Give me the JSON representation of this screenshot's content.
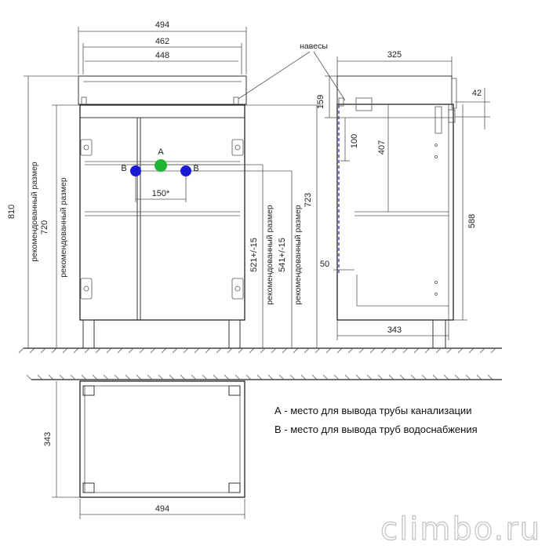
{
  "dims": {
    "front_width_outer": "494",
    "front_width_mid": "462",
    "front_width_inner": "448",
    "height_total": "810",
    "height_body": "720",
    "height_recommended_label_1": "рекомендованный размер",
    "height_recommended_label_2": "рекомендованный размер",
    "height_recommended_label_3": "рекомендованный размер",
    "height_723": "723",
    "height_541": "541+/-15",
    "height_521": "521+/-15",
    "pipe_spacing": "150*",
    "side_depth": "325",
    "side_42": "42",
    "side_159": "159",
    "side_100": "100",
    "side_407": "407",
    "side_588": "588",
    "side_50": "50",
    "side_bottom_depth": "343",
    "plan_depth": "343",
    "plan_width": "494"
  },
  "labels": {
    "hinges": "навесы",
    "point_a": "A",
    "point_b_left": "B",
    "point_b_right": "B"
  },
  "legend": {
    "line_a": "А - место для вывода трубы канализации",
    "line_b": "В - место для вывода труб водоснабжения"
  },
  "watermark": "climbo.ru",
  "colors": {
    "point_a": "#22b534",
    "point_b": "#1a1ad6",
    "side_dashed": "#4040c0"
  }
}
